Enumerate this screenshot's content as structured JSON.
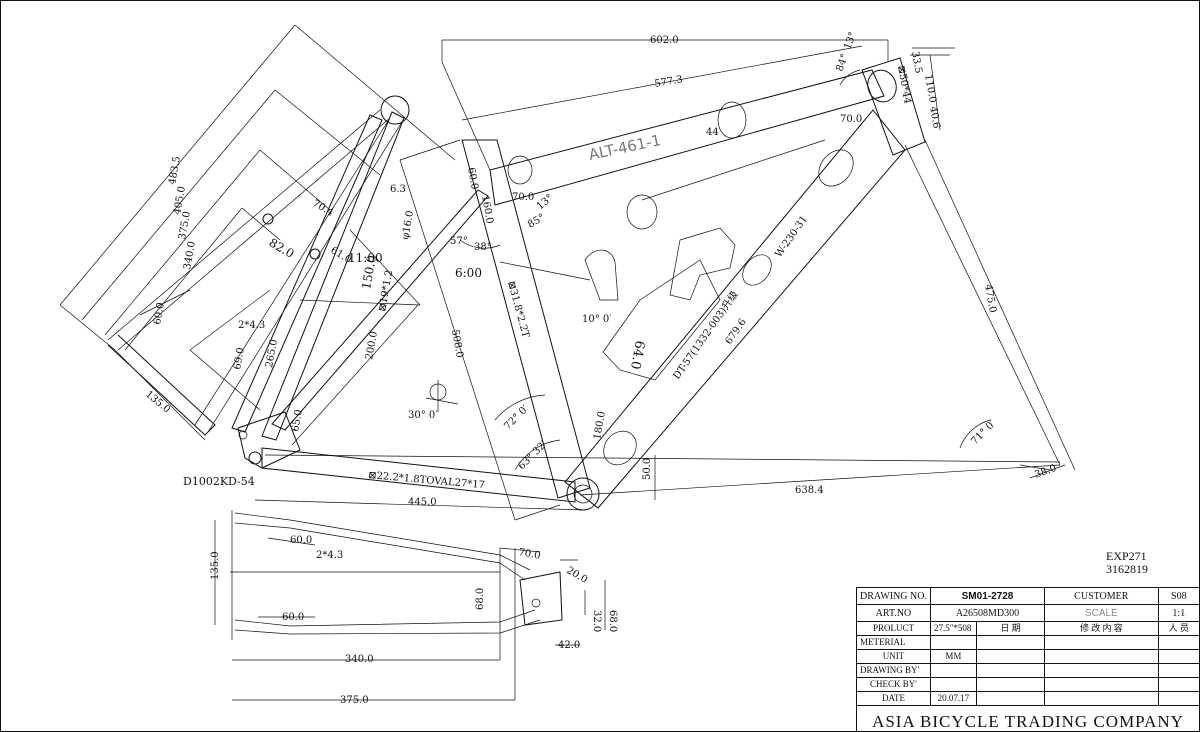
{
  "frame_dims": {
    "top_tube_total": "602.0",
    "top_tube_effective": "577.3",
    "head_tube_tilt": "13°",
    "head_tube_angle": "84°",
    "head_tube_len": "110.0",
    "head_tube_bearing_a": "33.5",
    "head_tube_bearing_b": "40.6",
    "head_tube_tube": "⊠50*44",
    "top_tube_rear": "70.0",
    "top_tube_front": "70.0",
    "top_tube_dia": "44",
    "top_tube_code": "ALT-461-1",
    "seat_tube_top": "60.0",
    "seat_tube_ext": "160.0",
    "seat_tube_tube": "⊠31.8*2.2T",
    "seat_tube_len": "508.0",
    "seat_tube_angle": "72° 0′",
    "seat_stay_angle": "57°",
    "seat_stay_small": "38°",
    "top_tube_seat_angle": "85°",
    "top_tube_seat_small": "13°",
    "clock_1100": "11:00",
    "clock_600": "6:00",
    "stay_150": "150.0",
    "stay_tube": "⊠19*1.2",
    "stay_200": "200.0",
    "stay_160": "φ16.0",
    "rack_4835": "483.5",
    "rack_4050": "405.0",
    "rack_3750": "375.0",
    "rack_3400": "340.0",
    "rack_600": "60.0",
    "rack_2_43": "2*4.3",
    "rack_690": "69.0",
    "rack_2650": "265.0",
    "rack_704": "70.4",
    "rack_820": "82.0",
    "rack_610": "61.0",
    "rack_63": "6.3",
    "rack_1350": "135.0",
    "dropout_code": "D1002KD-54",
    "drop_650": "65.0",
    "chain_stay_tube": "⊠22.2*1.8TOVAL27*17",
    "chain_stay_len": "445.0",
    "down_tube_len": "679.6",
    "down_tube_code": "W-230-31",
    "down_tube_bottle": "DT-57(1332-003)升级",
    "down_tube_64": "64.0",
    "down_tube_1800": "180.0",
    "down_tube_angle": "63° 32′",
    "bb_500": "50.0",
    "wheelbase_6384": "638.4",
    "fork_475": "475.0",
    "fork_angle": "71° 0′",
    "fork_380": "38.0",
    "angle_1000": "10° 0′",
    "angle_3000": "30° 0′",
    "cs_600": "60.0",
    "cs_2_43": "2*4.3",
    "cs_1350": "135.0",
    "cs_600b": "60.0",
    "cs_3400": "340.0",
    "cs_3750": "375.0",
    "cs_700": "70.0",
    "cs_200": "20.0",
    "cs_680": "68.0",
    "cs_320": "32.0",
    "cs_680b": "68.0",
    "cs_420": "42.0"
  },
  "ref": {
    "line1": "EXP271",
    "line2": "3162819"
  },
  "title_block": {
    "drawing_no_label": "DRAWING NO.",
    "drawing_no_value": "SM01-2728",
    "customer_label": "CUSTOMER",
    "customer_value": "S08",
    "art_no_label": "ART.NO",
    "art_no_value": "A26508MD300",
    "scale_label": "SCALE",
    "scale_value": "1:1",
    "product_label": "PROLUCT",
    "product_value": "27.5\"*508",
    "date_col_label": "日 期",
    "revision_col_label": "修 改 内 容",
    "person_col_label": "人 员",
    "material_label": "METERIAL",
    "unit_label": "UNIT",
    "unit_value": "MM",
    "drawing_by_label": "DRAWING BY'",
    "check_by_label": "CHECK BY'",
    "date_label": "DATE",
    "date_value": "20.07.17",
    "company": "ASIA BICYCLE TRADING COMPANY"
  }
}
